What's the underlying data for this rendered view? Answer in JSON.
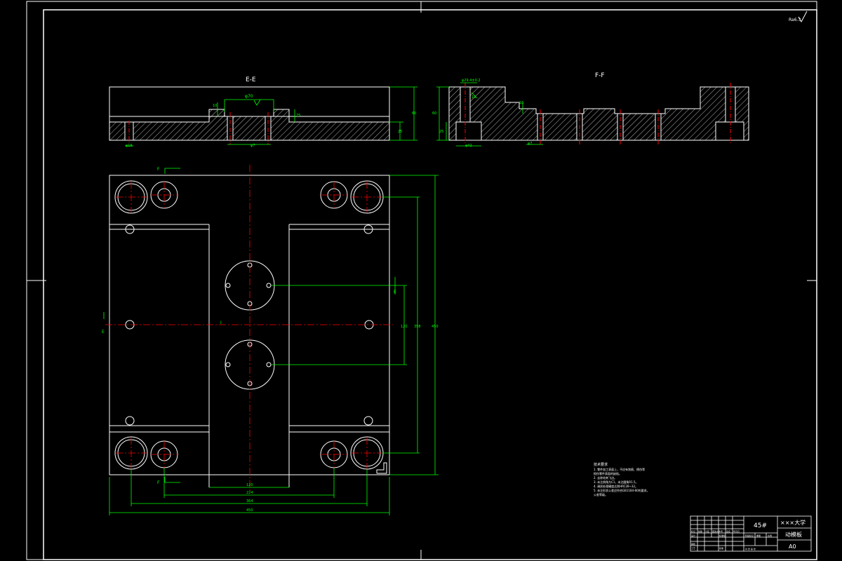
{
  "views": {
    "section_ee": {
      "title": "E-E"
    },
    "section_ff": {
      "title": "F-F"
    }
  },
  "surface_finish": {
    "text": "Ra6.3"
  },
  "labels": {
    "section_mark_f": "F",
    "section_mark_e": "E",
    "mark_i": "I"
  },
  "dimensions": {
    "ee_top_dia": "φ70",
    "ee_step": "10",
    "ee_right": "25",
    "ee_height_total": "60",
    "ee_height_lower": "25",
    "ee_small_dia": "φ16",
    "ee_hole": "φ7",
    "ff_top": "φ29.4±0.2",
    "ff_depth": "10",
    "ff_step": "10",
    "ff_height_total": "60",
    "ff_height_lower": "25",
    "ff_bottom_dia": "φ42",
    "ff_hole": "φ7",
    "plan_vert_120": "120",
    "plan_vert_358": "358",
    "plan_vert_450": "450",
    "plan_horiz_120": "120",
    "plan_horiz_224": "224",
    "plan_horiz_364": "364",
    "plan_horiz_450": "450"
  },
  "notes": {
    "heading": "技术要求",
    "lines": [
      "1. 零件加工表面上，不应有划痕、擦伤等",
      "   损伤零件表面的缺陷。",
      "2. 去除毛刺飞边。",
      "3. 未注倒角为C1，未注圆角R1.5。",
      "4. 调质处理硬度达到HRC28~32。",
      "5. 未注形状公差应符合GB1184-80的要求。",
      "   公差等级。"
    ]
  },
  "title_block": {
    "material": "45#",
    "school": "×××大学",
    "part_name": "动模板",
    "sheet_size": "A0",
    "designer_label": "设计",
    "review_label": "审核",
    "process_label": "工艺",
    "approve_label": "批准",
    "stage_label": "阶段标记",
    "weight_label": "重量",
    "scale_label": "比例",
    "mark_label": "标记",
    "count_label": "处数",
    "zone_label": "分区",
    "change_label": "更改文件号",
    "sign_label": "签名",
    "date_label": "年月日",
    "std_label": "标准化",
    "sheet_label": "共 张 第 张"
  },
  "colors": {
    "background": "#000000",
    "line": "#ffffff",
    "dimension": "#00ff00",
    "center": "#ff0000",
    "hatch": "#ffffff"
  }
}
